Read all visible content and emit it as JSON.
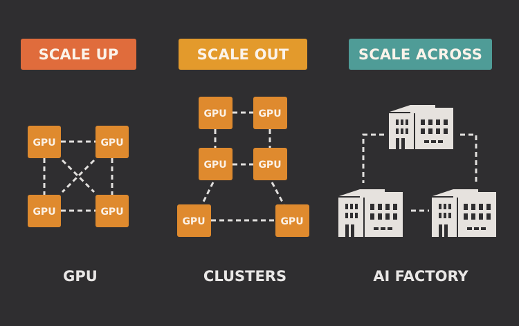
{
  "columns": [
    {
      "id": "scale-up",
      "badge": "SCALE UP",
      "badge_color": "#e06c3c",
      "caption": "GPU"
    },
    {
      "id": "scale-out",
      "badge": "SCALE OUT",
      "badge_color": "#e39a2c",
      "caption": "CLUSTERS"
    },
    {
      "id": "scale-across",
      "badge": "SCALE ACROSS",
      "badge_color": "#4f9c97",
      "caption": "AI FACTORY"
    }
  ],
  "node_label": "GPU",
  "colors": {
    "background": "#2f2e30",
    "gpu": "#df8a2e",
    "link": "#e2e0de",
    "building": "#e6e2de"
  }
}
